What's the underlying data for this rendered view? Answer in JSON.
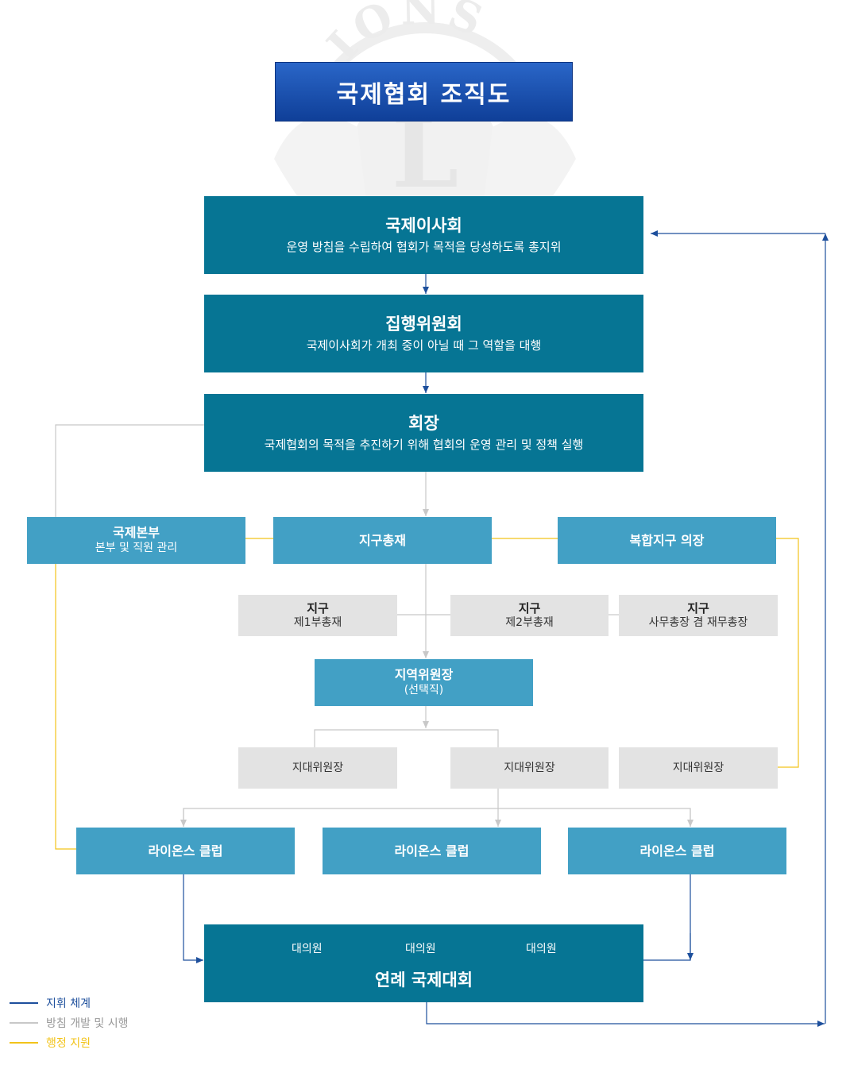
{
  "title": "국제협회 조직도",
  "watermark": {
    "logo_text": "LIONS",
    "logo_letter": "L"
  },
  "boxes": {
    "board": {
      "title": "국제이사회",
      "desc": "운영 방침을 수립하여 협회가 목적을 당성하도록 총지위"
    },
    "executive": {
      "title": "집행위원회",
      "desc": "국제이사회가 개최 중이 아닐 때 그 역할을 대행"
    },
    "president": {
      "title": "회장",
      "desc": "국제협회의 목적을 추진하기 위해 협회의 운영 관리 및 정책 실행"
    },
    "hq": {
      "title": "국제본부",
      "desc": "본부 및 직원 관리"
    },
    "governor": {
      "title": "지구총재"
    },
    "council_chair": {
      "title": "복합지구 의장"
    },
    "vdg1": {
      "title": "지구",
      "desc": "제1부총재"
    },
    "vdg2": {
      "title": "지구",
      "desc": "제2부총재"
    },
    "secretary": {
      "title": "지구",
      "desc": "사무총장 겸 재무총장"
    },
    "region_chair": {
      "title": "지역위원장",
      "desc": "(선택직)"
    },
    "zone_chairs": [
      "지대위원장",
      "지대위원장",
      "지대위원장"
    ],
    "clubs": [
      "라이온스 클럽",
      "라이온스 클럽",
      "라이온스 클럽"
    ],
    "convention": {
      "title": "연례 국제대회",
      "delegates": [
        "대의원",
        "대의원",
        "대의원"
      ]
    }
  },
  "legend": [
    {
      "label": "지휘 체계",
      "color": "#1d4f9c"
    },
    {
      "label": "방침 개발 및 시행",
      "color": "#c8c8c8"
    },
    {
      "label": "행정 지원",
      "color": "#f2c31a"
    }
  ],
  "colors": {
    "title_bg": "#1a4fb0",
    "dark_box": "#067594",
    "mid_box": "#42a0c5",
    "gray_box": "#e3e3e3",
    "command_line": "#1d4f9c",
    "policy_line": "#c8c8c8",
    "admin_line": "#f2c31a"
  }
}
